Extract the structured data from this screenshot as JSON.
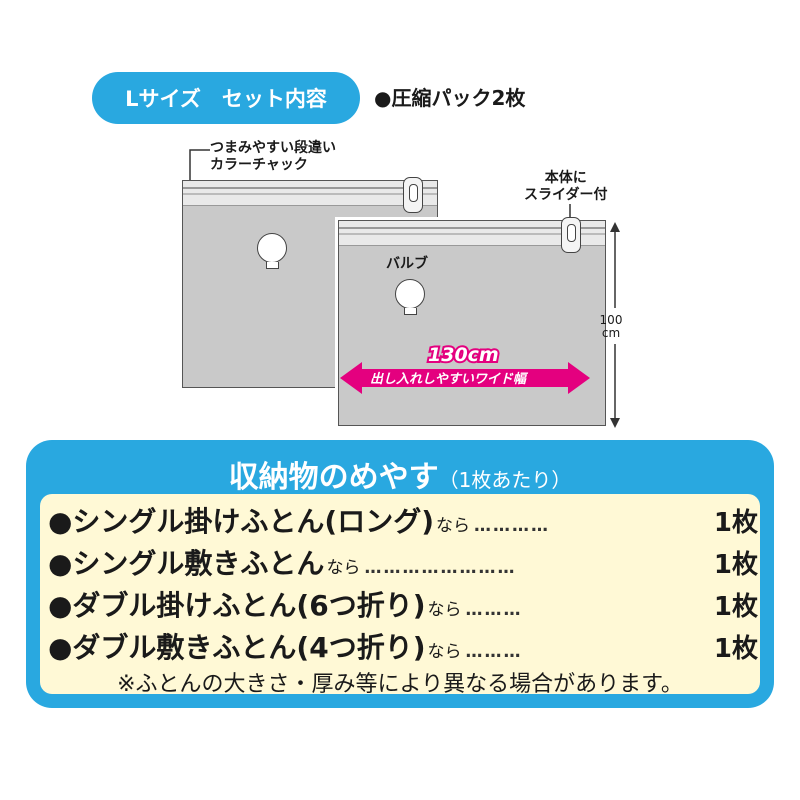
{
  "header": {
    "size_label": "Lサイズ　セット内容",
    "item": "●圧縮パック2枚"
  },
  "diagram": {
    "zipper_label": [
      "つまみやすい段違い",
      "カラーチャック"
    ],
    "slider_label": [
      "本体に",
      "スライダー付"
    ],
    "valve_label": "バルブ",
    "width_value": "130cm",
    "width_text": "出し入れしやすいワイド幅",
    "height_value": [
      "100",
      "cm"
    ],
    "colors": {
      "accent": "#29a8e0",
      "arrow": "#e4007f",
      "panel_bg": "#fff9d6"
    }
  },
  "guide": {
    "title": "収納物のめやす",
    "title_sub": "（1枚あたり）",
    "rows": [
      {
        "item": "●シングル掛けふとん(ロング)",
        "suffix": "なら",
        "dots": "…………",
        "qty": "1枚"
      },
      {
        "item": "●シングル敷きふとん",
        "suffix": "なら",
        "dots": "……………………",
        "qty": "1枚"
      },
      {
        "item": "●ダブル掛けふとん(6つ折り)",
        "suffix": "なら",
        "dots": "………",
        "qty": "1枚"
      },
      {
        "item": "●ダブル敷きふとん(4つ折り)",
        "suffix": "なら",
        "dots": "………",
        "qty": "1枚"
      }
    ],
    "note": "※ふとんの大きさ・厚み等により異なる場合があります。"
  }
}
